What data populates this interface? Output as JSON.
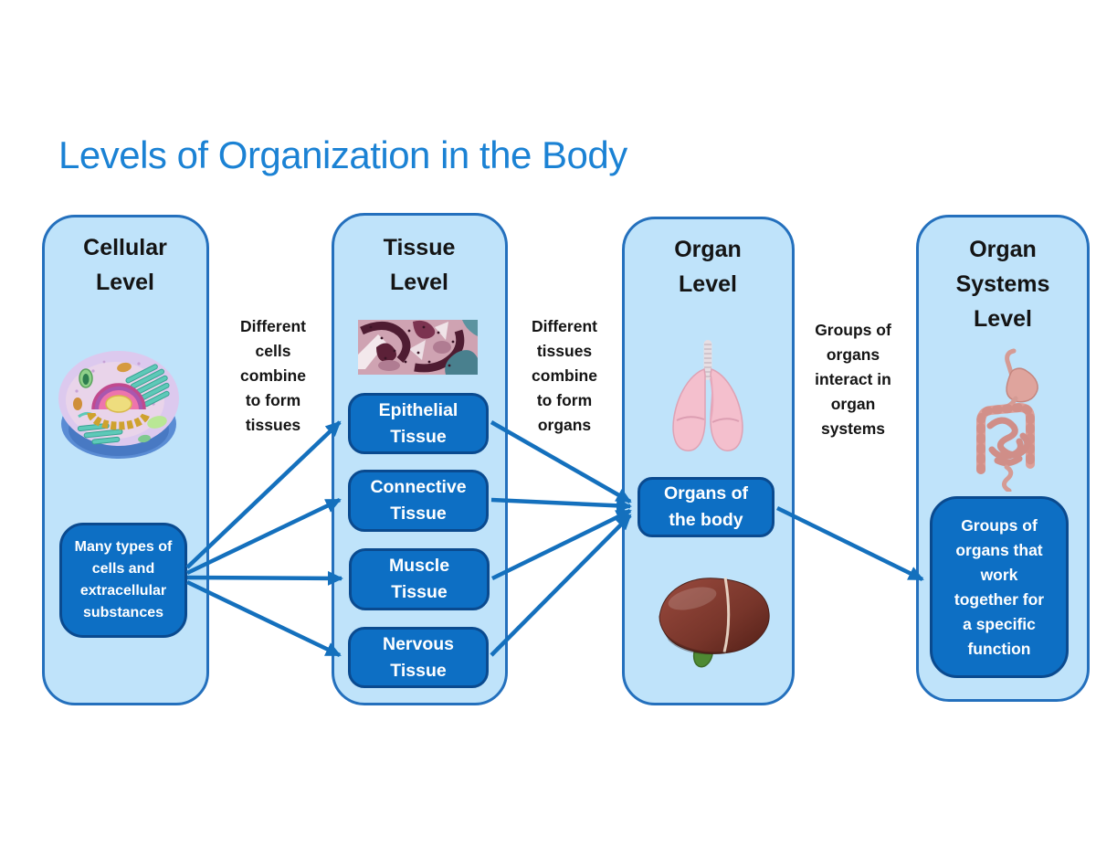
{
  "title": "Levels of Organization in the Body",
  "columns": {
    "cellular": {
      "header": "Cellular Level",
      "image": "animal-cell-3d-cutaway",
      "box": "Many types of cells and extracellular substances"
    },
    "tissue": {
      "header": "Tissue Level",
      "image": "tissue-micrograph",
      "boxes": [
        "Epithelial Tissue",
        "Connective Tissue",
        "Muscle Tissue",
        "Nervous Tissue"
      ]
    },
    "organ": {
      "header": "Organ Level",
      "images": [
        "lungs-illustration",
        "liver-illustration"
      ],
      "box": "Organs of the body"
    },
    "organ_systems": {
      "header": "Organ Systems Level",
      "image": "digestive-system-illustration",
      "box": "Groups of organs that work together for a specific function"
    }
  },
  "connector_labels": {
    "cells_to_tissues": "Different cells combine to form tissues",
    "tissues_to_organs": "Different tissues combine to form organs",
    "organs_to_systems": "Groups of organs interact in organ systems"
  },
  "colors": {
    "title_text": "#1b82d4",
    "column_fill": "#bfe3fa",
    "column_border": "#2470bd",
    "box_fill": "#0d6fc4",
    "box_border": "#0a4a8f",
    "arrow": "#1470bd",
    "box_text": "#ffffff",
    "label_text": "#141414"
  }
}
